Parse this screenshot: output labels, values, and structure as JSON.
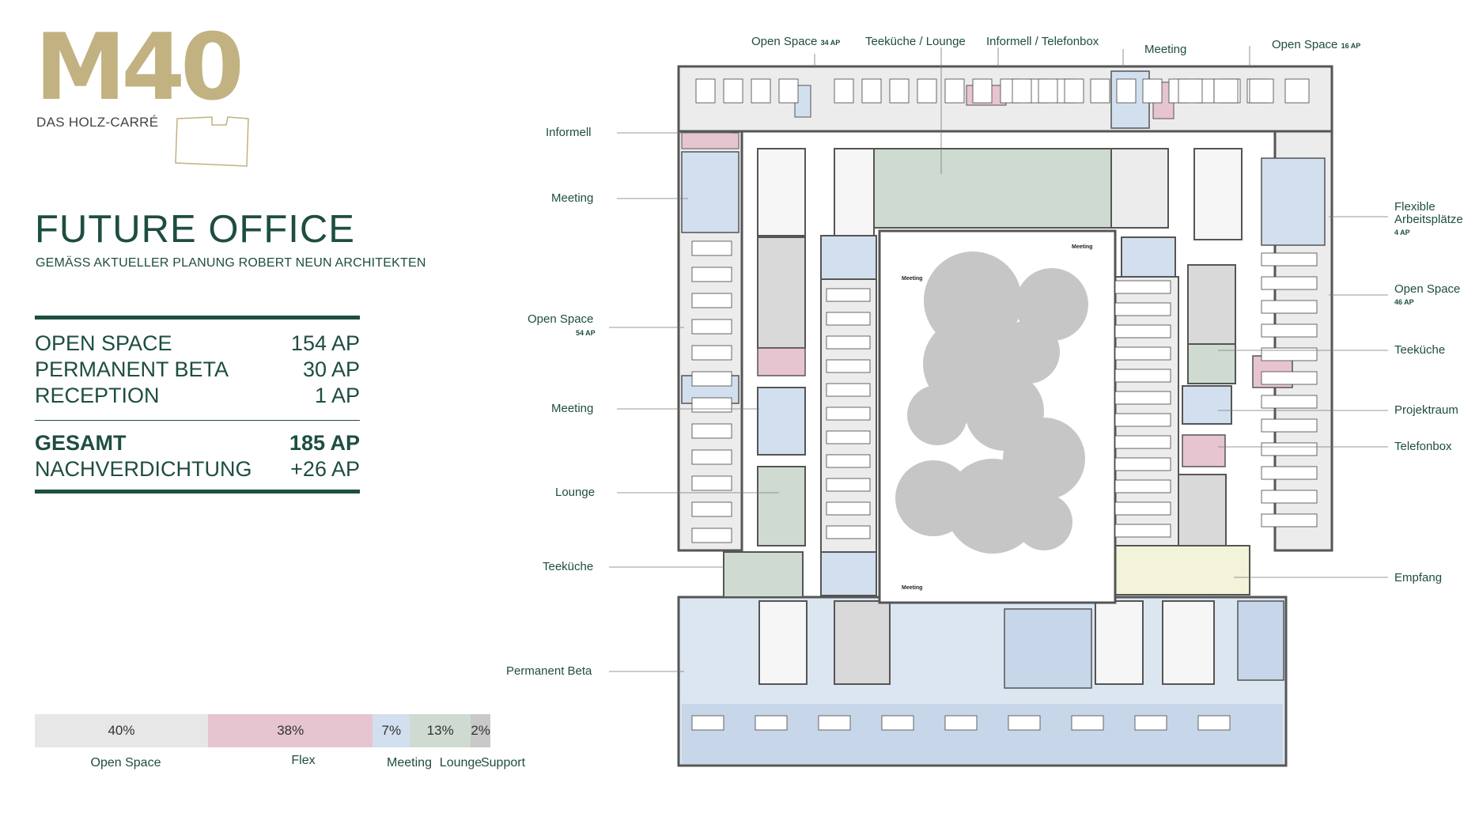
{
  "brand": {
    "title": "M40",
    "subtitle": "DAS HOLZ-CARRÉ",
    "gold": "#c2b281"
  },
  "heading": {
    "title": "FUTURE OFFICE",
    "subtitle": "GEMÄSS AKTUELLER PLANUNG ROBERT NEUN ARCHITEKTEN",
    "accent": "#1e4d42"
  },
  "stats": [
    {
      "label": "OPEN SPACE",
      "value": "154 AP"
    },
    {
      "label": "PERMANENT BETA",
      "value": "30 AP"
    },
    {
      "label": "RECEPTION",
      "value": "1 AP"
    }
  ],
  "totals": [
    {
      "label": "GESAMT",
      "value": "185 AP"
    },
    {
      "label": "NACHVERDICHTUNG",
      "value": "+26 AP"
    }
  ],
  "shares": [
    {
      "value": "40%",
      "label": "Open Space",
      "fraction": 0.4,
      "color": "#e7e7e7"
    },
    {
      "value": "38%",
      "label": "Flex",
      "fraction": 0.38,
      "color": "#e6c5d0"
    },
    {
      "value": "7%",
      "label": "Meeting",
      "fraction": 0.085,
      "color": "#d2dfee"
    },
    {
      "value": "13%",
      "label": "Lounge",
      "fraction": 0.14,
      "color": "#cfdbd1"
    },
    {
      "value": "2%",
      "label": "Support",
      "fraction": 0.045,
      "color": "#c9c9c9"
    }
  ],
  "plan": {
    "top_labels": {
      "open_space_1": "Open Space",
      "open_space_1_ap": "34 AP",
      "teekueche_lounge": "Teeküche / Lounge",
      "informell_telefonbox": "Informell / Telefonbox",
      "meeting": "Meeting",
      "open_space_2": "Open Space",
      "open_space_2_ap": "16 AP"
    },
    "left_labels": {
      "informell": "Informell",
      "meeting_1": "Meeting",
      "open_space": "Open Space",
      "open_space_ap": "54 AP",
      "meeting_2": "Meeting",
      "lounge": "Lounge",
      "teekueche": "Teeküche",
      "permanent_beta": "Permanent Beta"
    },
    "right_labels": {
      "flexible": "Flexible",
      "arbeitsplaetze": "Arbeitsplätze",
      "flexible_ap": "4 AP",
      "open_space": "Open Space",
      "open_space_ap": "46 AP",
      "teekueche": "Teeküche",
      "projektraum": "Projektraum",
      "telefonbox": "Telefonbox",
      "empfang": "Empfang"
    },
    "inner_labels": {
      "meeting_a": "Meeting",
      "meeting_b": "Meeting",
      "meeting_c": "Meeting"
    },
    "colors": {
      "open": "#ececec",
      "flex": "#e6c5d0",
      "meeting": "#d2dfee",
      "lounge": "#cfdbd1",
      "reception": "#f3f3da",
      "beta": "#dce6f1",
      "tree": "#c6c6c6",
      "wall": "#555555"
    }
  }
}
